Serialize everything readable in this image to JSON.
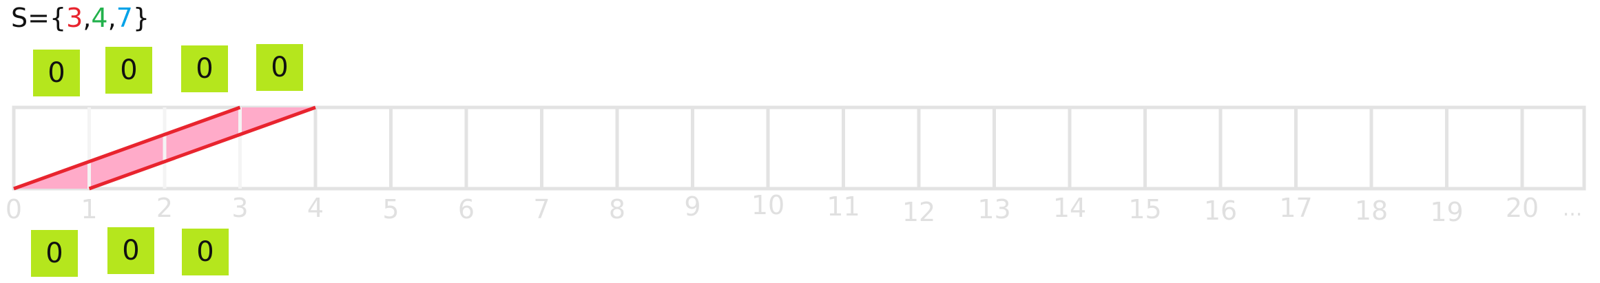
{
  "set": {
    "prefix": "S={",
    "elements": [
      {
        "value": "3",
        "color": "#e8242e"
      },
      {
        "value": "4",
        "color": "#22b14c"
      },
      {
        "value": "7",
        "color": "#00a2e8"
      }
    ],
    "separator": ",",
    "suffix": "}"
  },
  "top_boxes": [
    "0",
    "0",
    "0",
    "0"
  ],
  "bottom_boxes": [
    "0",
    "0",
    "0"
  ],
  "number_line": {
    "ticks": [
      "0",
      "1",
      "2",
      "3",
      "4",
      "5",
      "6",
      "7",
      "8",
      "9",
      "10",
      "11",
      "12",
      "13",
      "14",
      "15",
      "16",
      "17",
      "18",
      "19",
      "20"
    ],
    "ellipsis": "..."
  },
  "highlight": {
    "from": 0,
    "to": 4,
    "width": 3,
    "fill_color": "#ffabc9",
    "line_color": "#e8242e"
  },
  "colors": {
    "grid": "#e3e3e3",
    "box": "#b5e61d"
  }
}
